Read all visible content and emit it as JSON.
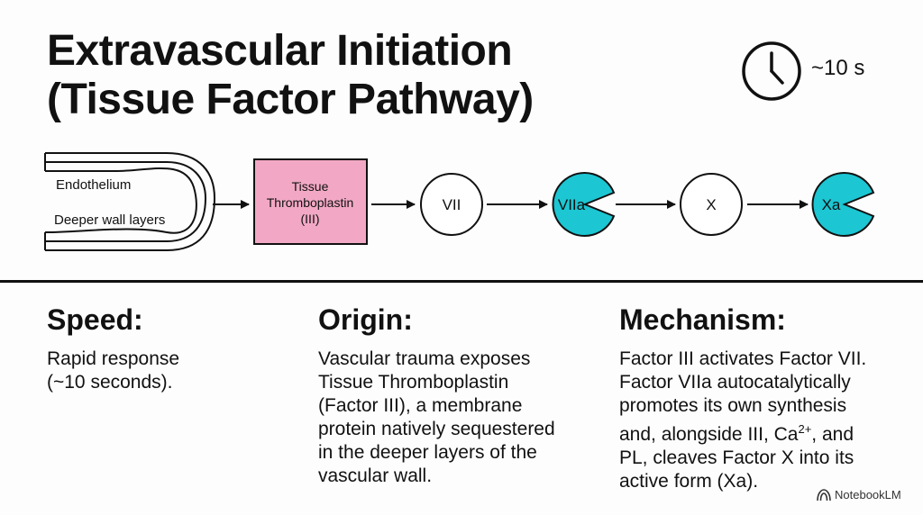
{
  "title": {
    "line1": "Extravascular Initiation",
    "line2": "(Tissue Factor Pathway)"
  },
  "timer": {
    "icon": "clock-icon",
    "label": "~10 s"
  },
  "vessel": {
    "endothelium_label": "Endothelium",
    "wall_label": "Deeper wall layers"
  },
  "tissue_factor": {
    "line1": "Tissue",
    "line2": "Thromboplastin",
    "line3": "(III)",
    "color": "#F2A8C4"
  },
  "factors": {
    "vii": "VII",
    "viia": "VIIa",
    "x": "X",
    "xa": "Xa",
    "active_color": "#1CC6D3"
  },
  "columns": {
    "speed": {
      "heading": "Speed:",
      "lines": [
        "Rapid response",
        "(~10 seconds)."
      ]
    },
    "origin": {
      "heading": "Origin:",
      "lines": [
        "Vascular trauma exposes",
        "Tissue Thromboplastin",
        "(Factor III), a membrane",
        "protein natively sequestered",
        "in the deeper layers of the",
        "vascular wall."
      ]
    },
    "mechanism": {
      "heading": "Mechanism:",
      "line1": "Factor III activates Factor VII.",
      "line2": "Factor VIIa autocatalytically",
      "line3": "promotes its own synthesis",
      "line4_pre": "and, alongside III, Ca",
      "line4_sup": "2+",
      "line4_post": ", and",
      "line5": "PL, cleaves Factor X into its",
      "line6": "active form (Xa)."
    }
  },
  "brand": {
    "icon": "notebooklm-logo-icon",
    "name": "NotebookLM"
  }
}
